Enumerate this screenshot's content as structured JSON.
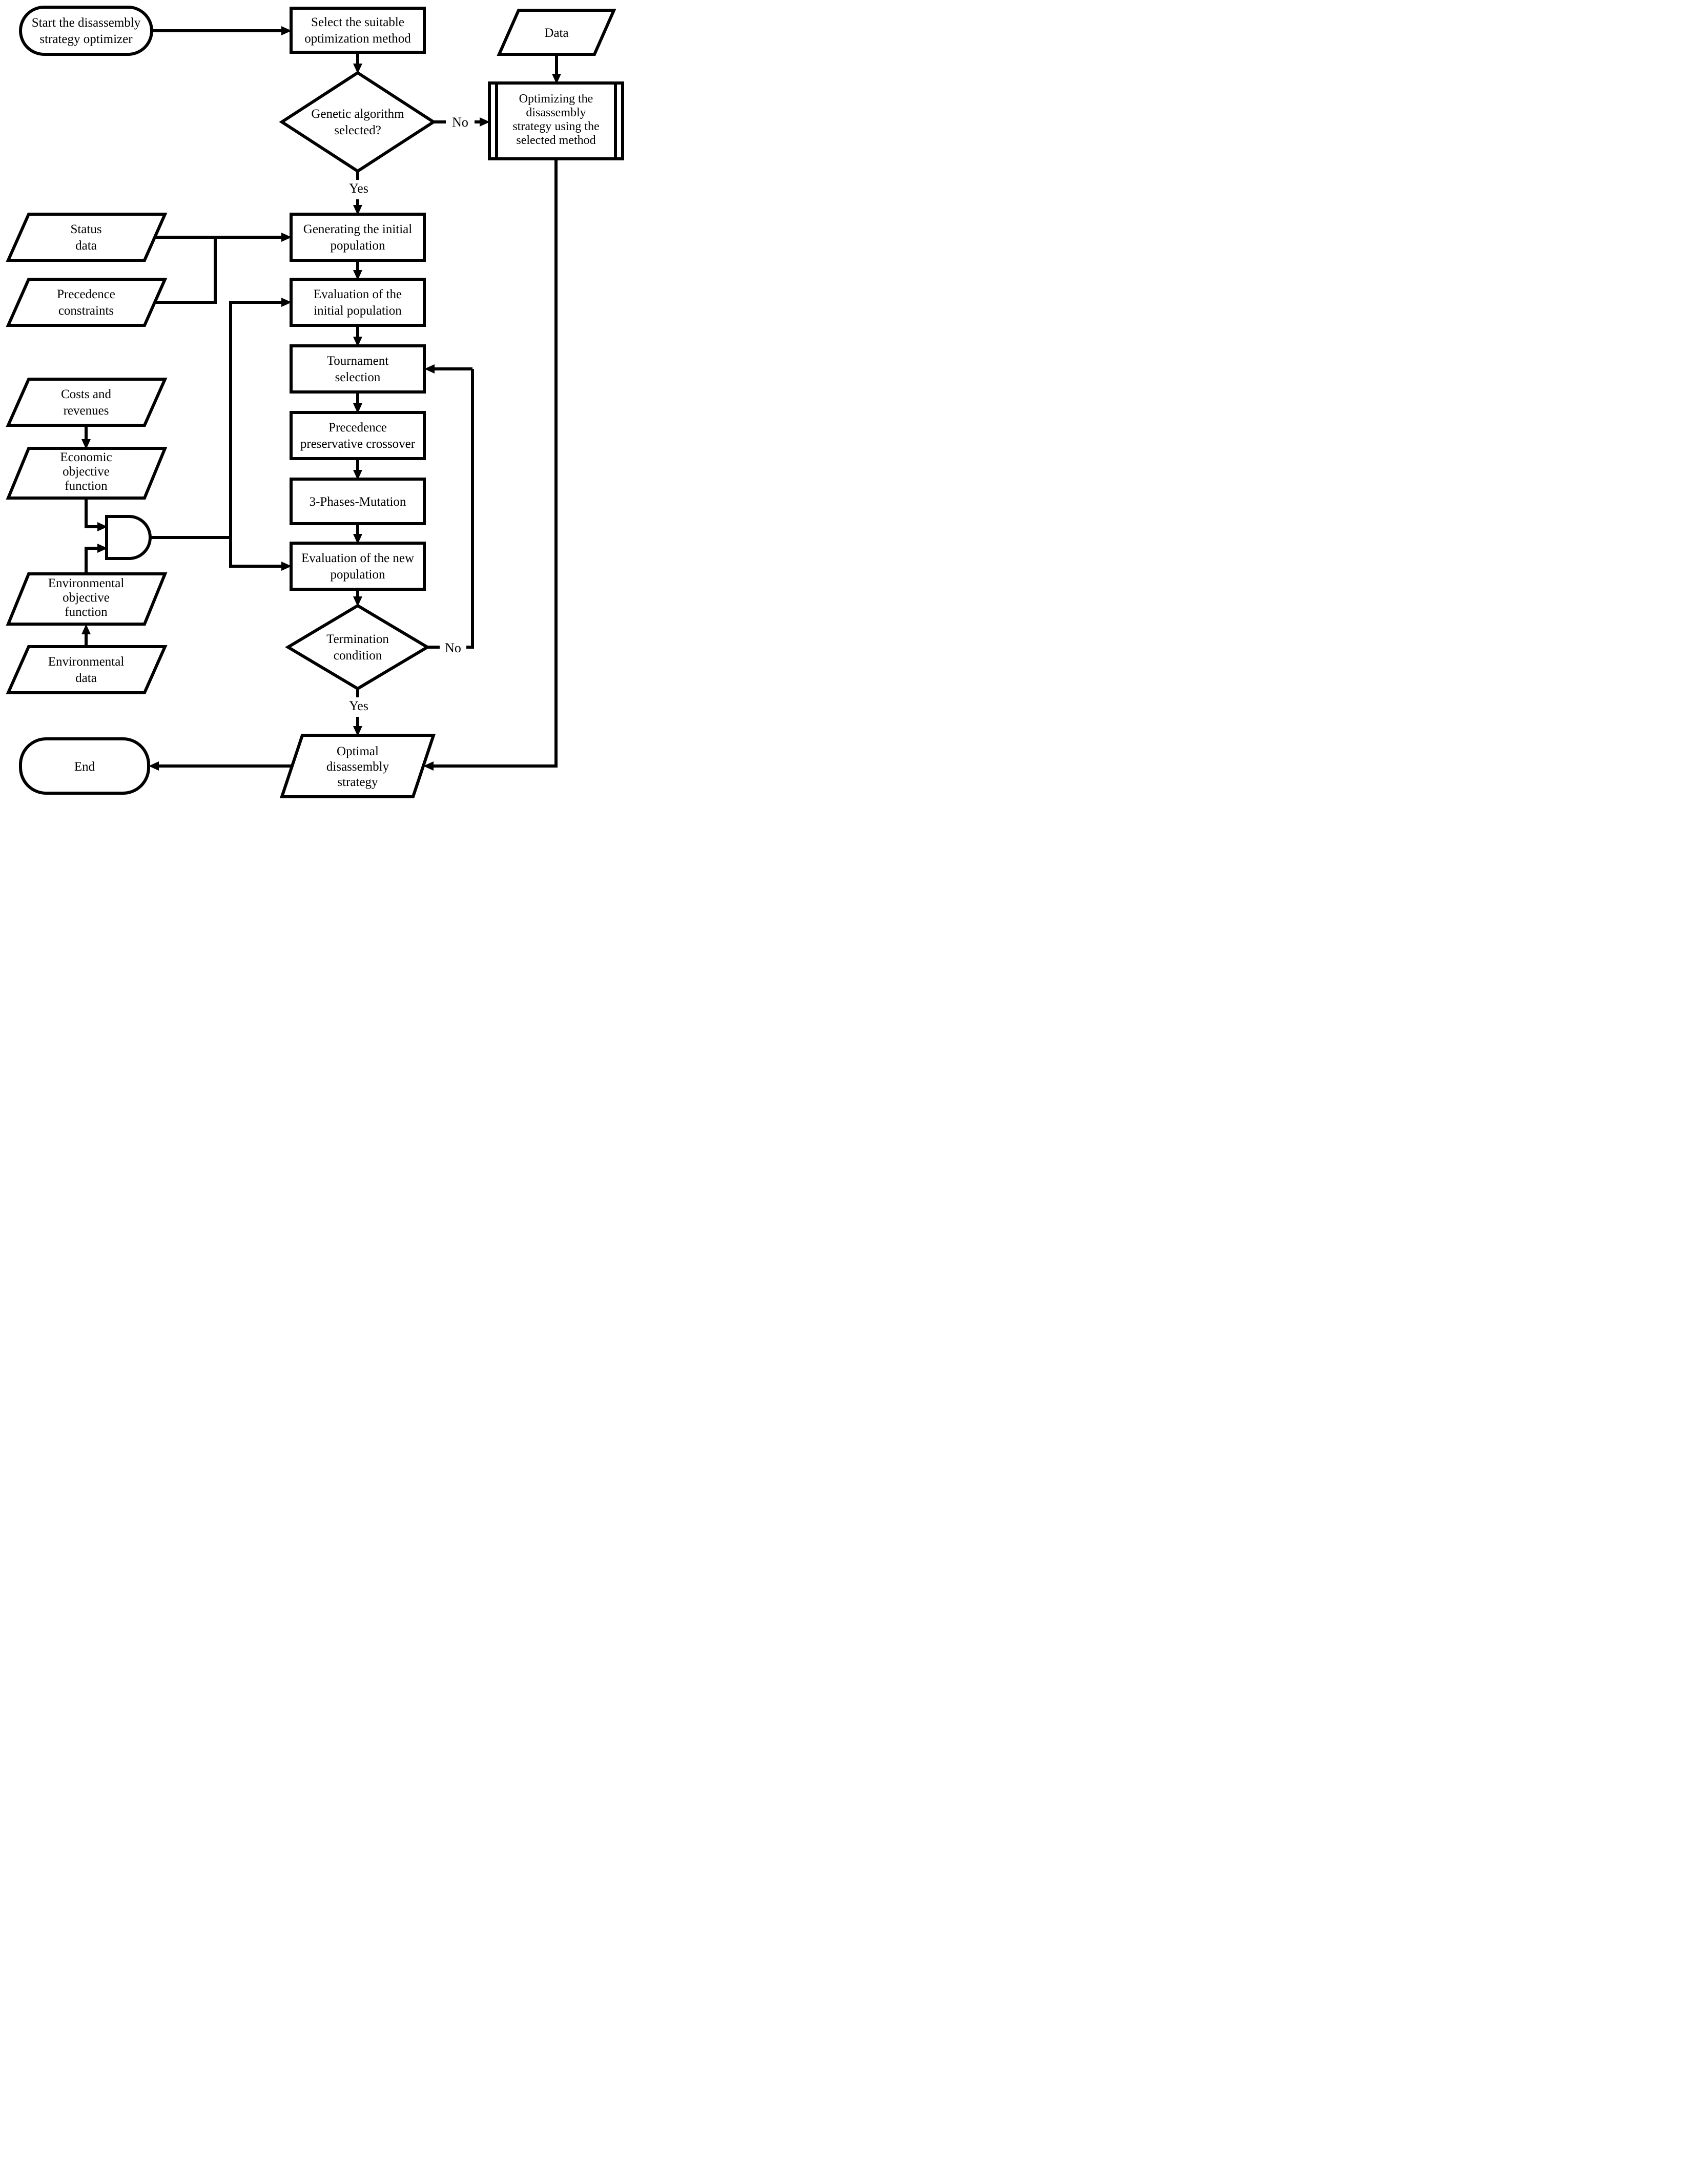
{
  "flowchart": {
    "colors": {
      "stroke": "#000000",
      "shape_fill": "#ffffff",
      "background": "#ffffff"
    },
    "nodes": {
      "start": {
        "shape": "terminator",
        "lines": [
          "Start the disassembly",
          "strategy optimizer"
        ]
      },
      "select_method": {
        "shape": "process",
        "lines": [
          "Select the suitable",
          "optimization method"
        ]
      },
      "data_input": {
        "shape": "data",
        "lines": [
          "Data"
        ]
      },
      "ga_selected": {
        "shape": "decision",
        "lines": [
          "Genetic algorithm",
          "selected?"
        ]
      },
      "optimize_other_method": {
        "shape": "predefined-process",
        "lines": [
          "Optimizing the",
          "disassembly",
          "strategy using the",
          "selected method"
        ]
      },
      "status_data": {
        "shape": "data",
        "lines": [
          "Status",
          "data"
        ]
      },
      "precedence_constraints": {
        "shape": "data",
        "lines": [
          "Precedence",
          "constraints"
        ]
      },
      "generate_initial_population": {
        "shape": "process",
        "lines": [
          "Generating the initial",
          "population"
        ]
      },
      "evaluate_initial_population": {
        "shape": "process",
        "lines": [
          "Evaluation of the",
          "initial population"
        ]
      },
      "tournament_selection": {
        "shape": "process",
        "lines": [
          "Tournament",
          "selection"
        ]
      },
      "precedence_preservative_crossover": {
        "shape": "process",
        "lines": [
          "Precedence",
          "preservative crossover"
        ]
      },
      "three_phases_mutation": {
        "shape": "process",
        "lines": [
          "3-Phases-Mutation"
        ]
      },
      "evaluate_new_population": {
        "shape": "process",
        "lines": [
          "Evaluation of the new",
          "population"
        ]
      },
      "termination_condition": {
        "shape": "decision",
        "lines": [
          "Termination",
          "condition"
        ]
      },
      "costs_and_revenues": {
        "shape": "data",
        "lines": [
          "Costs and",
          "revenues"
        ]
      },
      "economic_objective_function": {
        "shape": "data",
        "lines": [
          "Economic",
          "objective",
          "function"
        ]
      },
      "and_gate": {
        "shape": "and-gate",
        "lines": []
      },
      "environmental_objective_function": {
        "shape": "data",
        "lines": [
          "Environmental",
          "objective",
          "function"
        ]
      },
      "environmental_data": {
        "shape": "data",
        "lines": [
          "Environmental",
          "data"
        ]
      },
      "optimal_disassembly_strategy": {
        "shape": "data",
        "lines": [
          "Optimal",
          "disassembly",
          "strategy"
        ]
      },
      "end": {
        "shape": "terminator",
        "lines": [
          "End"
        ]
      }
    },
    "edge_labels": {
      "ga_no": "No",
      "ga_yes": "Yes",
      "termination_no": "No",
      "termination_yes": "Yes"
    }
  }
}
